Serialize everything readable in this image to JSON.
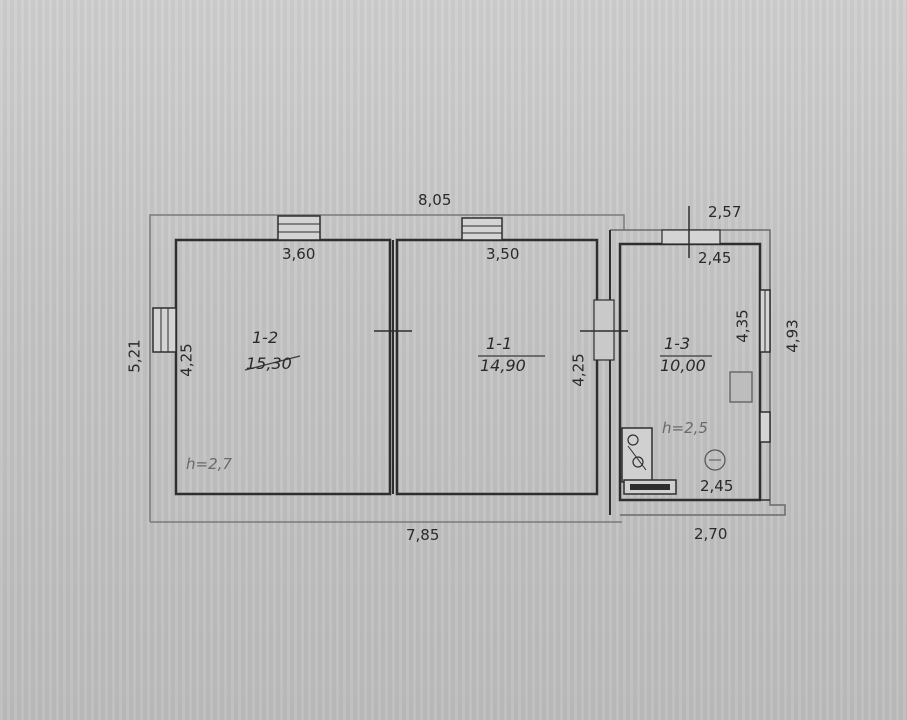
{
  "dimensions": {
    "overall_top": "8,05",
    "overall_bottom": "7,85",
    "overall_left": "5,21",
    "room2_top": "3,60",
    "room2_left": "4,25",
    "room1_top": "3,50",
    "room1_right": "4,25",
    "annex_outer_top": "2,57",
    "annex_inner_top": "2,45",
    "annex_inner_right": "4,35",
    "annex_outer_right": "4,93",
    "annex_inner_bottom": "2,45",
    "annex_outer_bottom": "2,70"
  },
  "rooms": [
    {
      "number": "1-2",
      "area": "15,30"
    },
    {
      "number": "1-1",
      "area": "14,90"
    },
    {
      "number": "1-3",
      "area": "10,00"
    }
  ],
  "height_notes": {
    "main": "h=2,7",
    "annex": "h=2,5"
  },
  "colors": {
    "wall": "#2e2e2e",
    "outline": "#6e6e6e",
    "paper": "#c9c9c9"
  }
}
